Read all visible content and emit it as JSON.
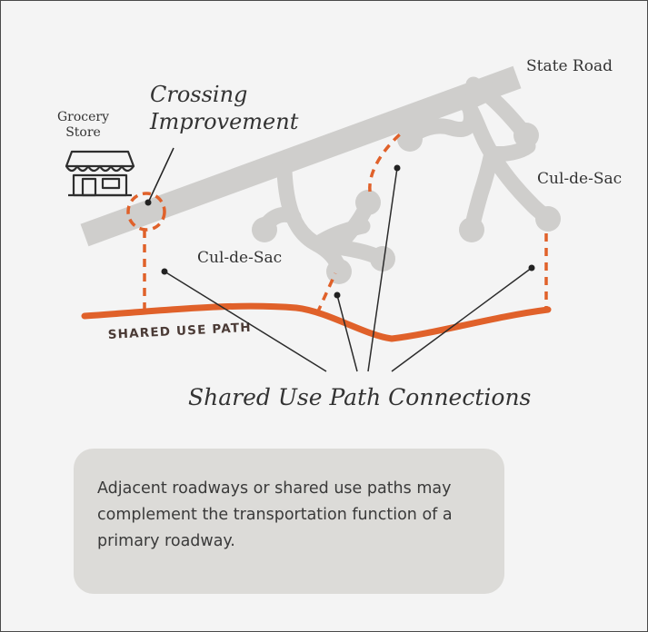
{
  "labels": {
    "state_road": "State Road",
    "cul_de_sac_right": "Cul-de-Sac",
    "cul_de_sac_left": "Cul-de-Sac",
    "crossing_line1": "Crossing",
    "crossing_line2": "Improvement",
    "grocery_line1": "Grocery",
    "grocery_line2": "Store",
    "shared_use_path": "SHARED USE PATH",
    "connections": "Shared Use Path Connections"
  },
  "note": {
    "text": "Adjacent roadways or shared use paths may complement the transportation function of a primary roadway."
  },
  "colors": {
    "road": "#cfcecc",
    "path": "#e0612a",
    "connector": "#e0612a",
    "leader": "#2b2b2b",
    "note_background": "#dcdbd8"
  },
  "icons": {
    "store": "grocery-store-icon"
  }
}
